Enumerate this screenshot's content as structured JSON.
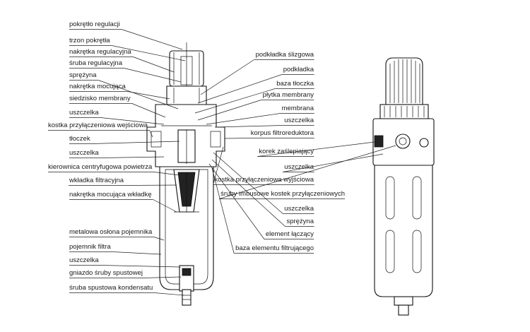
{
  "left_labels": [
    {
      "text": "pokrętło regulacji"
    },
    {
      "text": "trzon pokrętła"
    },
    {
      "text": "nakrętka regulacyjna"
    },
    {
      "text": "śruba regulacyjna"
    },
    {
      "text": "sprężyna"
    },
    {
      "text": "nakrętka mocująca"
    },
    {
      "text": "siedzisko membrany"
    },
    {
      "text": "uszczelka"
    },
    {
      "text": "kostka przyłączeniowa wejściowa"
    },
    {
      "text": "tłoczek"
    },
    {
      "text": "uszczelka"
    },
    {
      "text": "kierownica centryfugowa powietrza"
    },
    {
      "text": "wkładka filtracyjna"
    },
    {
      "text": "nakrętka mocująca wkładkę"
    },
    {
      "text": "metalowa osłona pojemnika"
    },
    {
      "text": "pojemnik filtra"
    },
    {
      "text": "uszczelka"
    },
    {
      "text": "gniazdo śruby spustowej"
    },
    {
      "text": "śruba spustowa kondensatu"
    }
  ],
  "right_labels": [
    {
      "text": "podkładka ślizgowa"
    },
    {
      "text": "podkładka"
    },
    {
      "text": "baza tłoczka"
    },
    {
      "text": "płytka membrany"
    },
    {
      "text": "membrana"
    },
    {
      "text": "uszczelka"
    },
    {
      "text": "korpus filtroreduktora"
    },
    {
      "text": "korek zaślepiający"
    },
    {
      "text": "uszczelka"
    },
    {
      "text": "kostka przyłączeniowa wyjściowa"
    },
    {
      "text": "śruby imbusowe kostek przyłączeniowych"
    },
    {
      "text": "uszczelka"
    },
    {
      "text": "sprężyna"
    },
    {
      "text": "element łączący"
    },
    {
      "text": "baza elementu filtrującego"
    }
  ]
}
